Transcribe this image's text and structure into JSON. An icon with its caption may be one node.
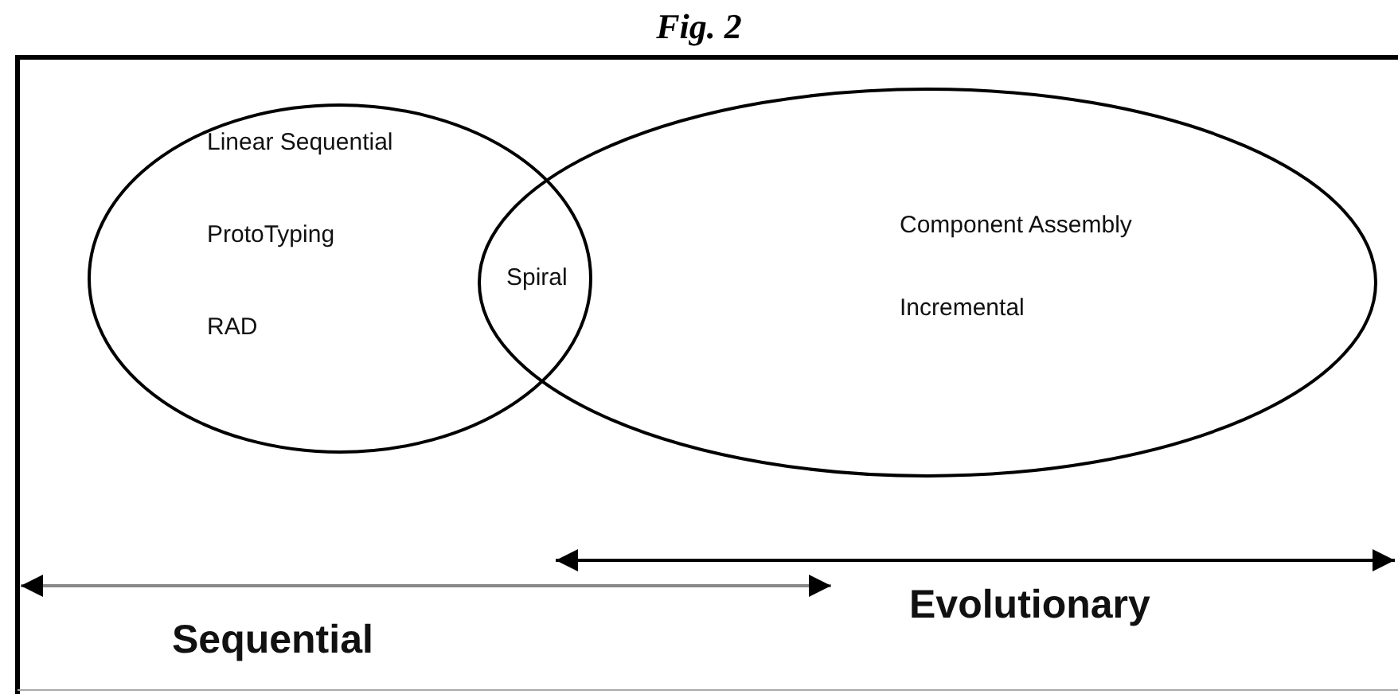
{
  "diagram": {
    "title": "Fig. 2",
    "nodes": [
      {
        "text": [
          "Linear Sequential",
          "ProtoTyping",
          "RAD"
        ]
      },
      {
        "text": [
          "Component Assembly",
          "Incremental"
        ]
      }
    ],
    "edges": [],
    "labels": [
      "Spiral",
      "Sequential",
      "Evolutionary"
    ]
  }
}
